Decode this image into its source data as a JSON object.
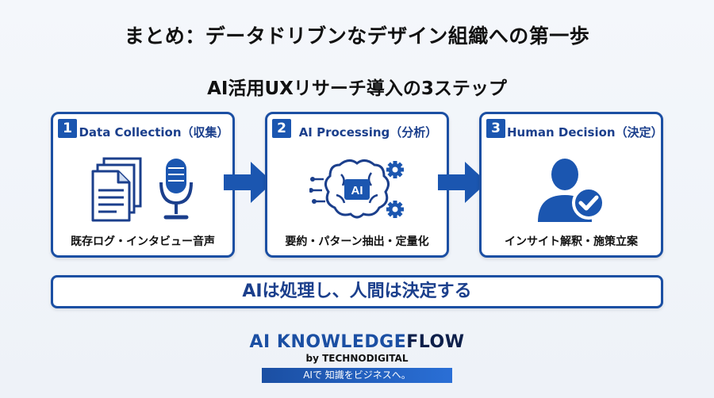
{
  "title": "まとめ：データドリブンなデザイン組織への第一歩",
  "subtitle": "AI活用UXリサーチ導入の3ステップ",
  "steps": [
    {
      "number": "1",
      "header": "Data Collection（収集）",
      "caption": "既存ログ・インタビュー音声",
      "icons": [
        "documents-icon",
        "microphone-icon"
      ]
    },
    {
      "number": "2",
      "header": "AI Processing（分析）",
      "caption": "要約・パターン抽出・定量化",
      "icons": [
        "ai-brain-icon"
      ],
      "chip_label": "AI"
    },
    {
      "number": "3",
      "header": "Human Decision（決定）",
      "caption": "インサイト解釈・施策立案",
      "icons": [
        "user-check-icon"
      ]
    }
  ],
  "banner": "AIは処理し、人間は決定する",
  "brand": {
    "part1": "AI KNOWLEDGE",
    "part2": "FLOW",
    "by": "by TECHNODIGITAL",
    "tagline": "AIで 知識をビジネスへ。"
  },
  "colors": {
    "primary": "#1b4fa3",
    "dark": "#1b3f8c",
    "background": "#f4f7fb"
  }
}
